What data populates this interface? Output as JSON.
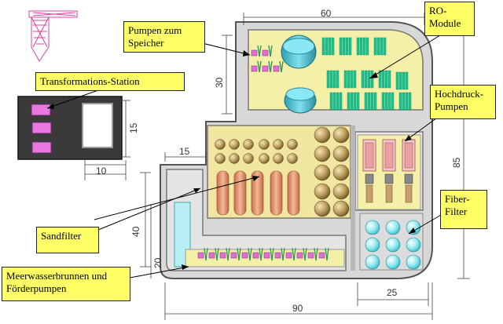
{
  "labels": {
    "pumpen_speicher": "Pumpen zum\nSpeicher",
    "ro_module": "RO-\nModule",
    "transformations_station": "Transformations-Station",
    "hochdruck_pumpen": "Hochdruck-\nPumpen",
    "sandfilter": "Sandfilter",
    "fiber_filter": "Fiber-\nFilter",
    "meerwasser": "Meerwasserbrunnen und\nFörderpumpen"
  },
  "dimensions": {
    "top": "60",
    "left_upper": "30",
    "right": "85",
    "trafo_height": "15",
    "trafo_width": "10",
    "middle": "15",
    "left_mid": "40",
    "left_low": "20",
    "bottom_right": "25",
    "bottom": "90"
  },
  "colors": {
    "callout_fill": "#ffff66",
    "floor": "#f5f0a8",
    "wall": "#c8c8c8",
    "tank": "#55c8d8",
    "pump_green": "#2bbf8a",
    "sandfilter_tube": "#e8a078",
    "sphere": "#b89a5a",
    "fiber_sphere": "#8ee8ee",
    "pink": "#e070d0",
    "trafo_box": "#3a3a3a"
  }
}
